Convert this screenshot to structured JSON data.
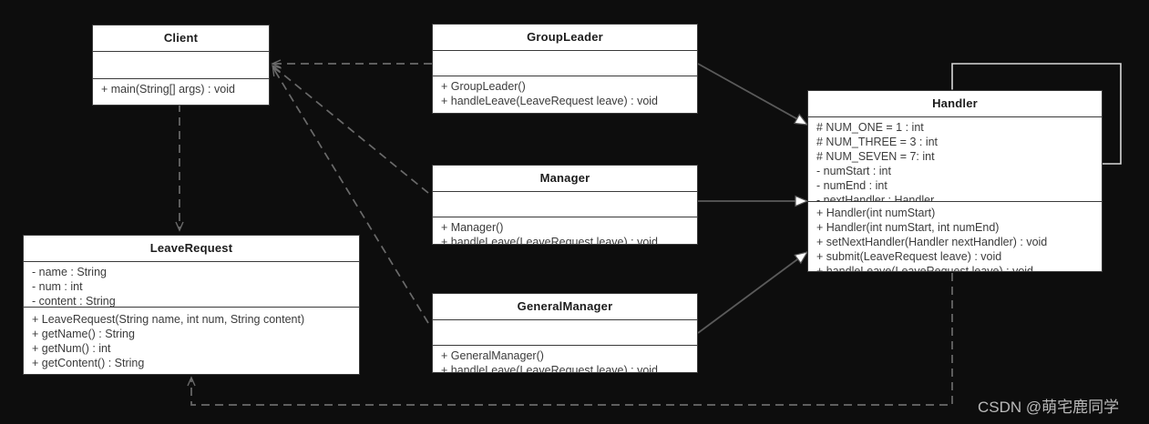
{
  "diagram": {
    "kind": "uml-class-diagram",
    "background_color": "#0d0d0d",
    "class_fill_color": "#ffffff",
    "class_border_color": "#3a3a3a",
    "text_color": "#3b3b3b",
    "title_color": "#1c1c1c",
    "edge_solid_color": "#5a5a5a",
    "edge_dashed_color": "#6a6a6a"
  },
  "classes": {
    "client": {
      "name": "Client",
      "attributes": [],
      "methods": [
        "+ main(String[] args) : void"
      ]
    },
    "group_leader": {
      "name": "GroupLeader",
      "attributes": [],
      "methods": [
        "+ GroupLeader()",
        "+ handleLeave(LeaveRequest leave) : void"
      ]
    },
    "manager": {
      "name": "Manager",
      "attributes": [],
      "methods": [
        "+ Manager()",
        "+ handleLeave(LeaveRequest leave) : void"
      ]
    },
    "general_manager": {
      "name": "GeneralManager",
      "attributes": [],
      "methods": [
        "+ GeneralManager()",
        "+ handleLeave(LeaveRequest leave) : void"
      ]
    },
    "leave_request": {
      "name": "LeaveRequest",
      "attributes": [
        "- name : String",
        "- num : int",
        "- content : String"
      ],
      "methods": [
        "+ LeaveRequest(String name, int num, String content)",
        "+ getName() : String",
        "+ getNum() : int",
        "+ getContent() : String"
      ]
    },
    "handler": {
      "name": "Handler",
      "attributes": [
        "# NUM_ONE = 1 :   int",
        "# NUM_THREE = 3 :   int",
        "# NUM_SEVEN = 7:   int",
        "- numStart :   int",
        "- numEnd :   int",
        "- nextHandler :   Handler"
      ],
      "methods": [
        "+ Handler(int numStart)",
        "+ Handler(int numStart, int numEnd)",
        "+ setNextHandler(Handler nextHandler) :   void",
        "+ submit(LeaveRequest leave) :   void",
        "+ handleLeave(LeaveRequest leave) :   void"
      ]
    }
  },
  "relationships": [
    {
      "id": "client-to-groupleader",
      "type": "dependency",
      "from": "Client",
      "to": "GroupLeader"
    },
    {
      "id": "client-to-manager",
      "type": "dependency",
      "from": "Client",
      "to": "Manager"
    },
    {
      "id": "client-to-generalmanager",
      "type": "dependency",
      "from": "Client",
      "to": "GeneralManager"
    },
    {
      "id": "client-to-leaverequest",
      "type": "dependency",
      "from": "Client",
      "to": "LeaveRequest"
    },
    {
      "id": "groupleader-to-handler",
      "type": "generalization",
      "from": "GroupLeader",
      "to": "Handler"
    },
    {
      "id": "manager-to-handler",
      "type": "generalization",
      "from": "Manager",
      "to": "Handler"
    },
    {
      "id": "generalmanager-to-handler",
      "type": "generalization",
      "from": "GeneralManager",
      "to": "Handler"
    },
    {
      "id": "handler-self-aggregation",
      "type": "aggregation",
      "from": "Handler",
      "to": "Handler"
    },
    {
      "id": "handler-to-leaverequest",
      "type": "dependency",
      "from": "Handler",
      "to": "LeaveRequest"
    }
  ],
  "watermark": {
    "text": "CSDN @萌宅鹿同学"
  }
}
